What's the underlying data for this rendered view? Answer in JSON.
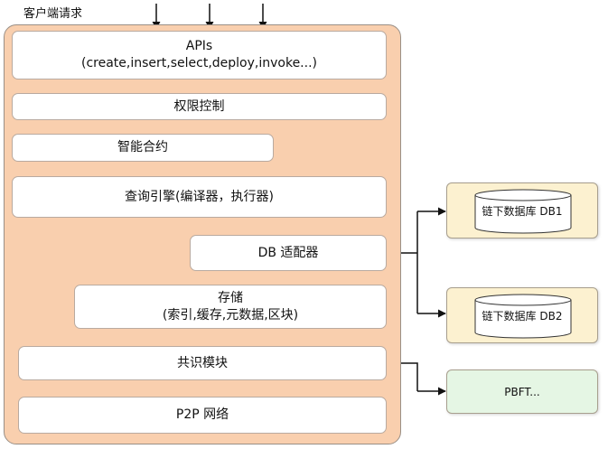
{
  "client_request": "客户端请求",
  "modules": {
    "apis": {
      "title": "APIs",
      "subtitle": "(create,insert,select,deploy,invoke...)"
    },
    "access_control": "权限控制",
    "smart_contract": "智能合约",
    "query_engine": "查询引擎(编译器，执行器)",
    "db_adapter": "DB 适配器",
    "storage": {
      "title": "存储",
      "subtitle": "(索引,缓存,元数据,区块)"
    },
    "consensus": "共识模块",
    "p2p": "P2P 网络"
  },
  "external": {
    "offchain_db1": "链下数据库 DB1",
    "offchain_db2": "链下数据库 DB2",
    "pbft": "PBFT..."
  },
  "colors": {
    "panel": "#f9cfae",
    "module_box": "#ffffff",
    "offchain_db_box": "#fcf1d0",
    "pbft_box": "#e5f6e4"
  },
  "icons": {
    "offchain_db": "database-cylinder-icon"
  }
}
